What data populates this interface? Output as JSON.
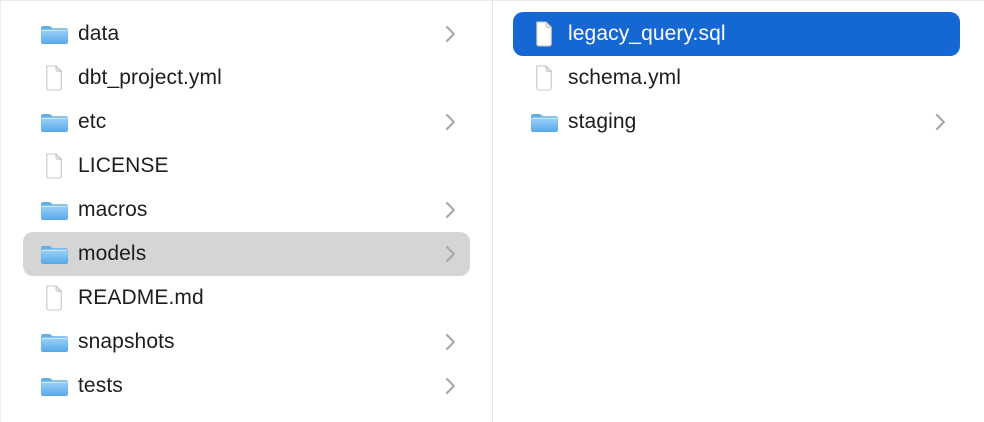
{
  "colors": {
    "selection_blue": "#1567d3",
    "selection_gray": "#d5d5d5",
    "text": "#1d1d1f",
    "selected_text": "#ffffff",
    "chevron": "#a9a9a9",
    "divider": "#e3e3e3",
    "folder_tab": "#63aee7",
    "folder_body_top": "#9dd3f6",
    "folder_body_bottom": "#57a8e9",
    "file_stroke": "#c5c5c5"
  },
  "columns": [
    {
      "name": "left",
      "items": [
        {
          "label": "data",
          "icon": "folder-icon",
          "chevron": true,
          "selected": "none"
        },
        {
          "label": "dbt_project.yml",
          "icon": "file-icon",
          "chevron": false,
          "selected": "none"
        },
        {
          "label": "etc",
          "icon": "folder-icon",
          "chevron": true,
          "selected": "none"
        },
        {
          "label": "LICENSE",
          "icon": "file-icon",
          "chevron": false,
          "selected": "none"
        },
        {
          "label": "macros",
          "icon": "folder-icon",
          "chevron": true,
          "selected": "none"
        },
        {
          "label": "models",
          "icon": "folder-icon",
          "chevron": true,
          "selected": "gray"
        },
        {
          "label": "README.md",
          "icon": "file-icon",
          "chevron": false,
          "selected": "none"
        },
        {
          "label": "snapshots",
          "icon": "folder-icon",
          "chevron": true,
          "selected": "none"
        },
        {
          "label": "tests",
          "icon": "folder-icon",
          "chevron": true,
          "selected": "none"
        }
      ]
    },
    {
      "name": "right",
      "items": [
        {
          "label": "legacy_query.sql",
          "icon": "file-icon",
          "chevron": false,
          "selected": "blue"
        },
        {
          "label": "schema.yml",
          "icon": "file-icon",
          "chevron": false,
          "selected": "none"
        },
        {
          "label": "staging",
          "icon": "folder-icon",
          "chevron": true,
          "selected": "none"
        }
      ]
    }
  ]
}
